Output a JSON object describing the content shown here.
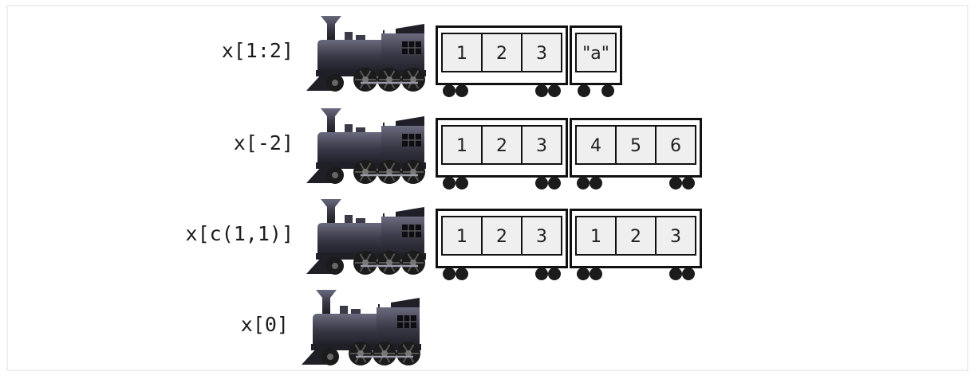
{
  "colors": {
    "engine_body": "#3a3a48",
    "engine_dark": "#1f1f28",
    "engine_light": "#5a5a6c",
    "car_outline": "#111111",
    "cell_fill": "#efefef",
    "wheel": "#1b1b1b"
  },
  "rows": [
    {
      "label": "x[1:2]",
      "cars": [
        {
          "cells": [
            "1",
            "2",
            "3"
          ]
        },
        {
          "cells": [
            "\"a\""
          ]
        }
      ]
    },
    {
      "label": "x[-2]",
      "cars": [
        {
          "cells": [
            "1",
            "2",
            "3"
          ]
        },
        {
          "cells": [
            "4",
            "5",
            "6"
          ]
        }
      ]
    },
    {
      "label": "x[c(1,1)]",
      "cars": [
        {
          "cells": [
            "1",
            "2",
            "3"
          ]
        },
        {
          "cells": [
            "1",
            "2",
            "3"
          ]
        }
      ]
    },
    {
      "label": "x[0]",
      "cars": []
    }
  ]
}
